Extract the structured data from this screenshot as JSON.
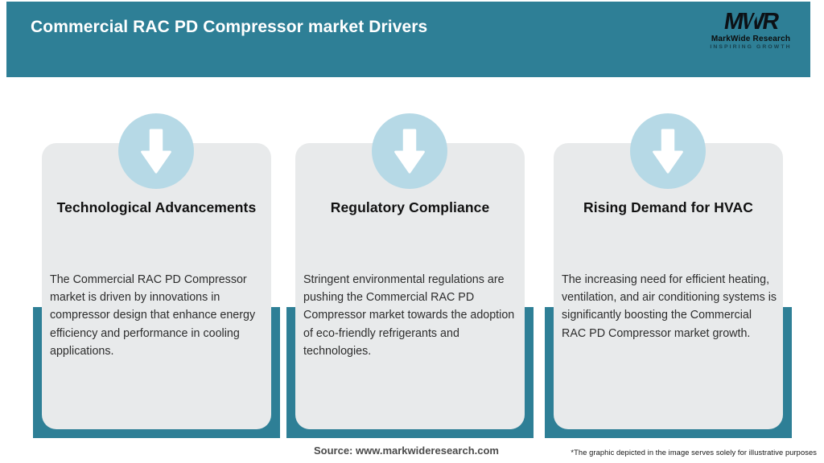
{
  "header": {
    "title": "Commercial RAC PD Compressor market Drivers",
    "logo": {
      "monogram": "MWR",
      "name": "MarkWide Research",
      "tagline": "INSPIRING GROWTH"
    }
  },
  "cards": [
    {
      "title": "Technological Advancements",
      "description": "The Commercial RAC PD Compressor market is driven by innovations in compressor design that enhance energy efficiency and performance in cooling applications."
    },
    {
      "title": "Regulatory Compliance",
      "description": "Stringent environmental regulations are pushing the Commercial RAC PD Compressor market towards the adoption of eco-friendly refrigerants and technologies."
    },
    {
      "title": "Rising Demand for HVAC",
      "description": "The increasing need for efficient heating, ventilation, and air conditioning systems is significantly boosting the Commercial RAC PD Compressor market growth."
    }
  ],
  "footer": {
    "source": "Source: www.markwideresearch.com",
    "disclaimer": "*The graphic depicted in the image serves solely for illustrative purposes"
  },
  "colors": {
    "teal": "#2e7f96",
    "card_bg": "#e8eaeb",
    "circle_bg": "#b6d9e6",
    "arrow": "#ffffff"
  }
}
